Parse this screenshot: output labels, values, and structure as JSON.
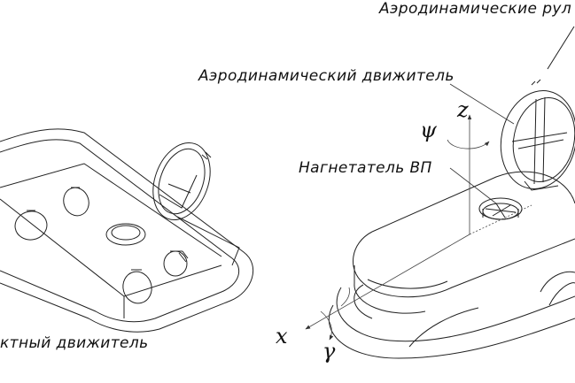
{
  "labels": {
    "aero_rudders": "Аэродинамические рул",
    "aero_propulsor": "Аэродинамический движитель",
    "blower": "Нагнетатель ВП",
    "contact_propulsor": "ктный движитель"
  },
  "axes": {
    "z": "z",
    "psi": "ψ",
    "x": "x",
    "gamma": "γ"
  }
}
